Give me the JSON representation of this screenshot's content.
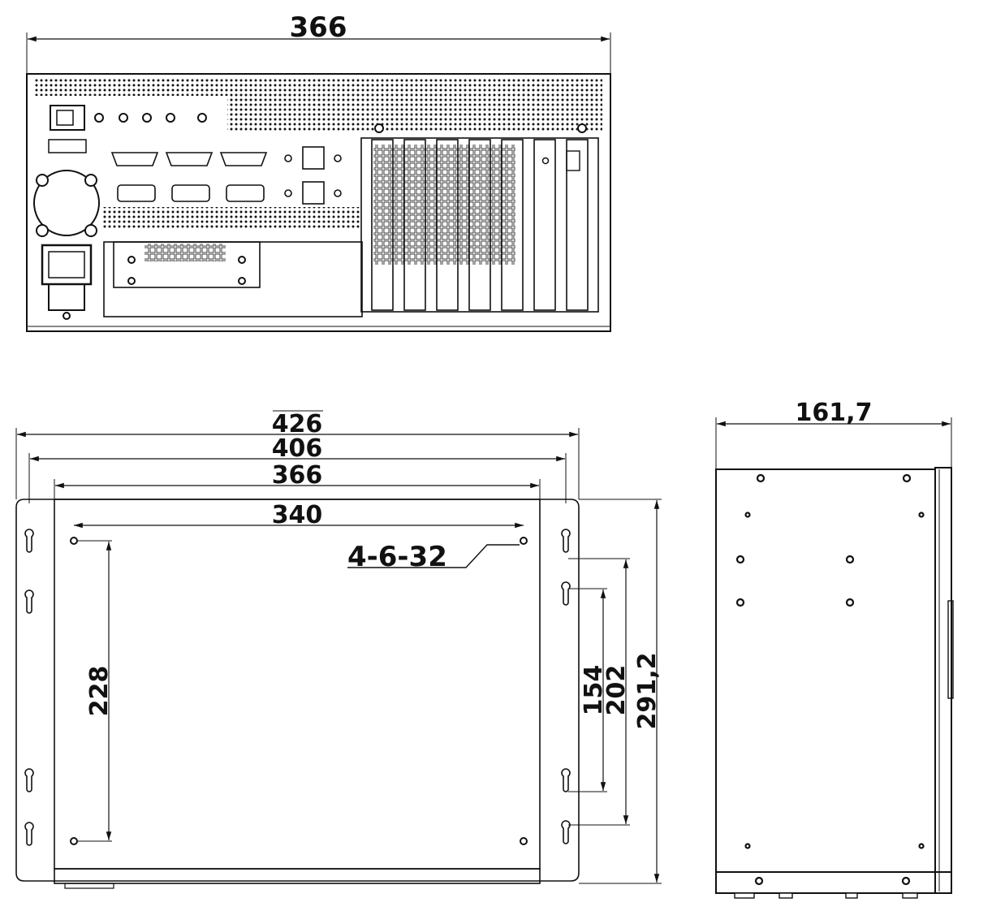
{
  "rear_view": {
    "width_label": "366"
  },
  "front_view": {
    "dim_426": "426",
    "dim_406": "406",
    "dim_366": "366",
    "dim_340": "340",
    "hole_callout": "4-6-32",
    "dim_228": "228",
    "dim_154": "154",
    "dim_202": "202",
    "dim_2912": "291,2"
  },
  "side_view": {
    "depth_label": "161,7"
  }
}
